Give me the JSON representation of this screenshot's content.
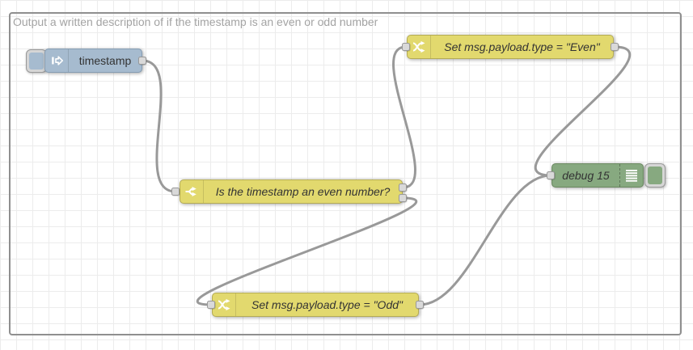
{
  "flow": {
    "group_label": "Output a written description of if the timestamp is an even or odd number"
  },
  "nodes": {
    "inject": {
      "type": "inject",
      "label": "timestamp",
      "icon": "inject-arrow-icon",
      "color": "#a6bbcf",
      "has_button": true
    },
    "switch_node": {
      "type": "switch",
      "label": "Is the timestamp an even number?",
      "icon": "fork-icon",
      "color": "#e2d96e",
      "outputs": 2
    },
    "change_even": {
      "type": "change",
      "label": "Set msg.payload.type = \"Even\"",
      "icon": "shuffle-icon",
      "color": "#e2d96e"
    },
    "change_odd": {
      "type": "change",
      "label": "Set msg.payload.type = \"Odd\"",
      "icon": "shuffle-icon",
      "color": "#e2d96e"
    },
    "debug": {
      "type": "debug",
      "label": "debug 15",
      "icon": "list-icon",
      "color": "#87a980",
      "has_button": true
    }
  },
  "wires": [
    {
      "from": "timestamp",
      "to": "Is the timestamp an even number?"
    },
    {
      "from": "Is the timestamp an even number? (output 1)",
      "to": "Set msg.payload.type = \"Even\""
    },
    {
      "from": "Is the timestamp an even number? (output 2)",
      "to": "Set msg.payload.type = \"Odd\""
    },
    {
      "from": "Set msg.payload.type = \"Even\"",
      "to": "debug 15"
    },
    {
      "from": "Set msg.payload.type = \"Odd\"",
      "to": "debug 15"
    }
  ],
  "colors": {
    "inject_node": "#a6bbcf",
    "function_node": "#e2d96e",
    "debug_node": "#87a980",
    "wire": "#999999",
    "port_fill": "#d9d9d9",
    "port_border": "#999999",
    "grid_line": "#ececec",
    "group_border": "#8f8f8f",
    "group_label_text": "#a3a3a3",
    "node_label_text": "#333333"
  }
}
